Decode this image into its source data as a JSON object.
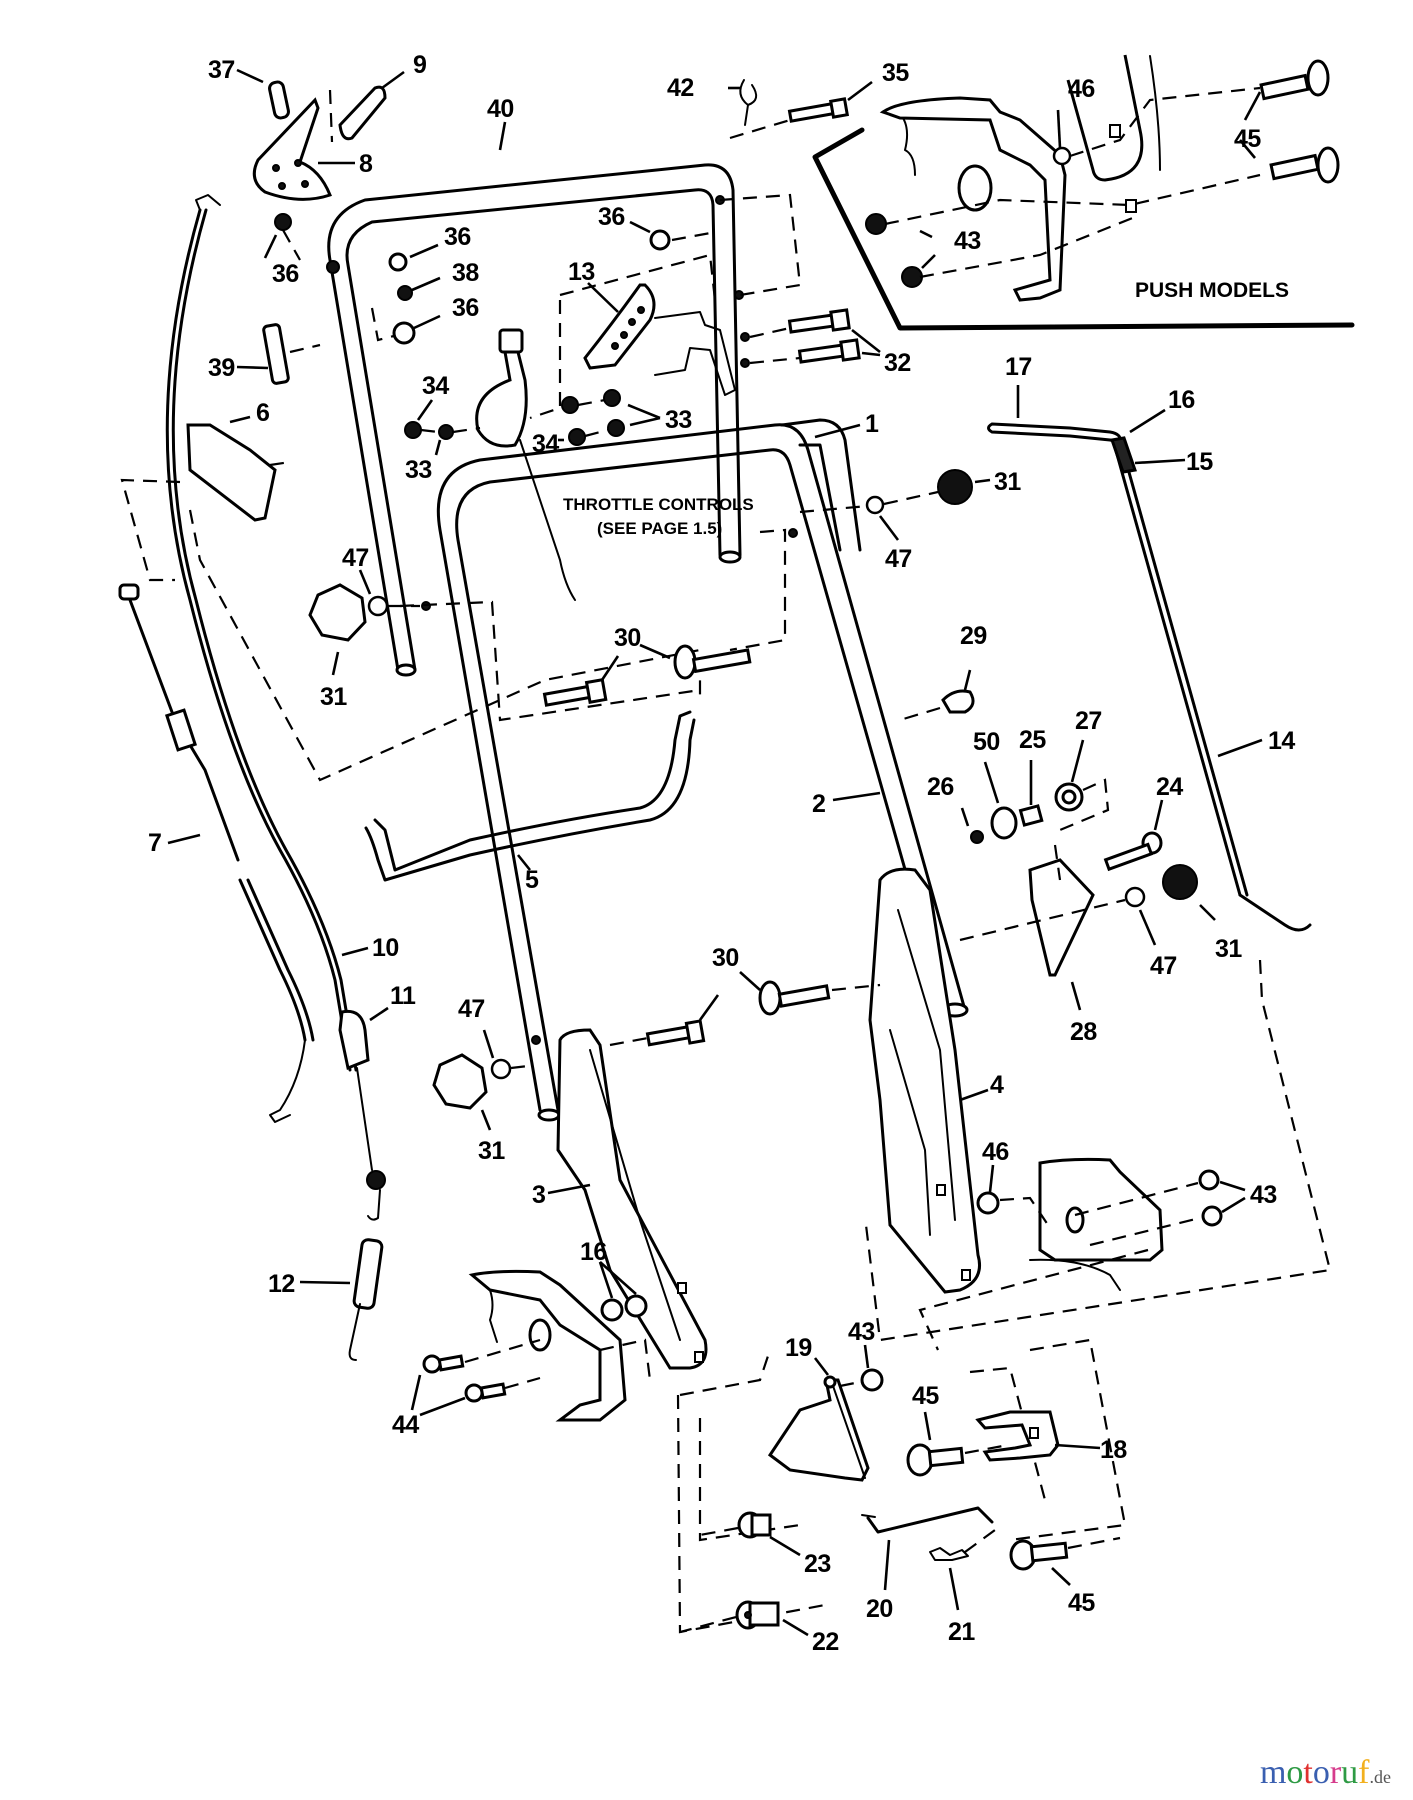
{
  "diagram": {
    "title": "Handle assembly exploded parts view",
    "notes": {
      "throttle_line1": "THROTTLE CONTROLS",
      "throttle_line2": "(SEE PAGE 1.5)",
      "push_models": "PUSH MODELS"
    },
    "callouts": {
      "c1": "1",
      "c2": "2",
      "c3": "3",
      "c4": "4",
      "c5": "5",
      "c6": "6",
      "c7": "7",
      "c8": "8",
      "c9": "9",
      "c10": "10",
      "c11": "11",
      "c12": "12",
      "c13": "13",
      "c14": "14",
      "c15": "15",
      "c16a": "16",
      "c16b": "16",
      "c17": "17",
      "c18": "18",
      "c19": "19",
      "c20": "20",
      "c21": "21",
      "c22": "22",
      "c23": "23",
      "c24": "24",
      "c25": "25",
      "c26": "26",
      "c27": "27",
      "c28": "28",
      "c29": "29",
      "c30a": "30",
      "c30b": "30",
      "c31a": "31",
      "c31b": "31",
      "c31c": "31",
      "c31d": "31",
      "c32": "32",
      "c33a": "33",
      "c33b": "33",
      "c34a": "34",
      "c34b": "34",
      "c35": "35",
      "c36a": "36",
      "c36b": "36",
      "c36c": "36",
      "c36d": "36",
      "c37": "37",
      "c38": "38",
      "c39": "39",
      "c40": "40",
      "c42": "42",
      "c43a": "43",
      "c43b": "43",
      "c43c": "43",
      "c44": "44",
      "c45a": "45",
      "c45b": "45",
      "c45c": "45",
      "c46a": "46",
      "c46b": "46",
      "c47a": "47",
      "c47b": "47",
      "c47c": "47",
      "c47d": "47",
      "c50": "50"
    }
  },
  "watermark": {
    "letters": [
      "m",
      "o",
      "t",
      "o",
      "r",
      "u",
      "f"
    ],
    "colors": [
      "#3a5fb0",
      "#2e9a44",
      "#e0312f",
      "#3a5fb0",
      "#d63c8c",
      "#2e9a44",
      "#f2b01e"
    ],
    "suffix": ".de"
  }
}
